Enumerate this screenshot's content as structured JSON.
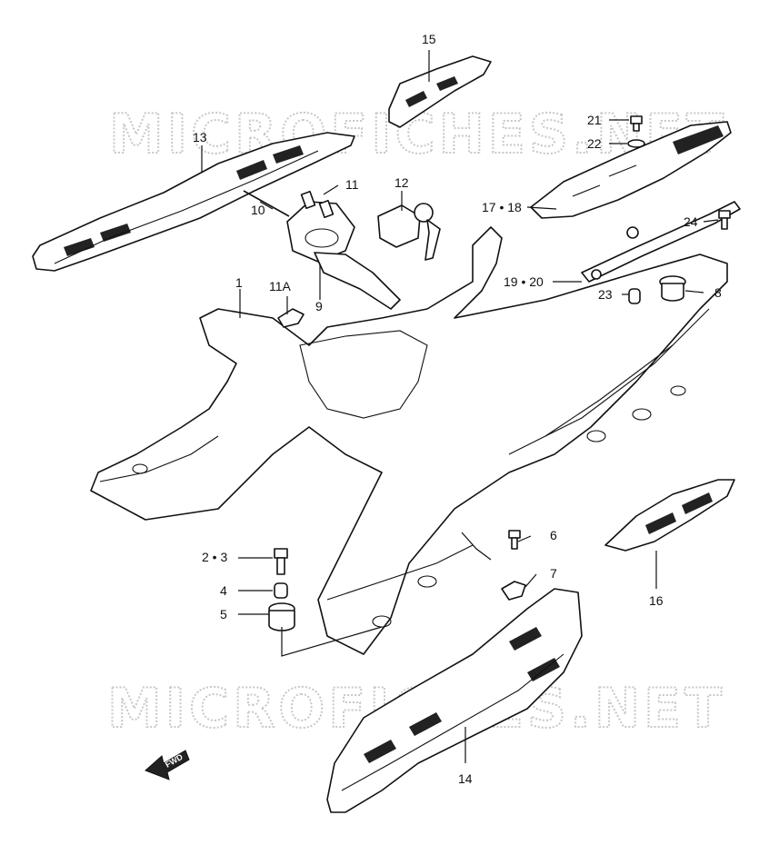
{
  "watermark": "MICROFICHES.NET",
  "fwd_label": "FWD",
  "callouts": {
    "c1": "1",
    "c2_3": "2 • 3",
    "c4": "4",
    "c5": "5",
    "c6": "6",
    "c7": "7",
    "c8": "8",
    "c9": "9",
    "c10": "10",
    "c11": "11",
    "c11a": "11A",
    "c12": "12",
    "c13": "13",
    "c14": "14",
    "c15": "15",
    "c16": "16",
    "c17_18": "17 • 18",
    "c19_20": "19 • 20",
    "c21": "21",
    "c22": "22",
    "c23": "23",
    "c24": "24"
  }
}
